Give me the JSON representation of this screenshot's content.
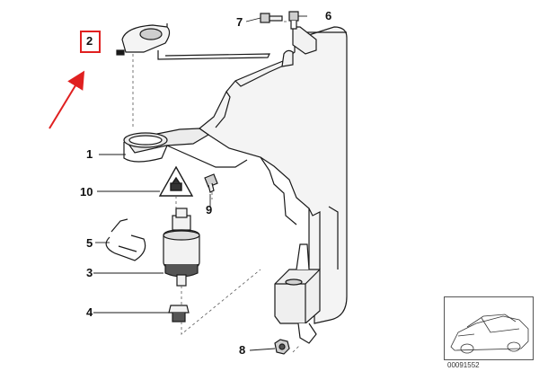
{
  "callouts": {
    "c1": "1",
    "c2": "2",
    "c3": "3",
    "c4": "4",
    "c5": "5",
    "c6": "6",
    "c7": "7",
    "c8": "8",
    "c9": "9",
    "c10": "10"
  },
  "reference_number": "00091552",
  "colors": {
    "highlight": "#e02020",
    "line": "#1a1a1a",
    "fill_light": "#f2f2f2",
    "fill_mid": "#cfcfcf",
    "fill_dark": "#555555"
  }
}
